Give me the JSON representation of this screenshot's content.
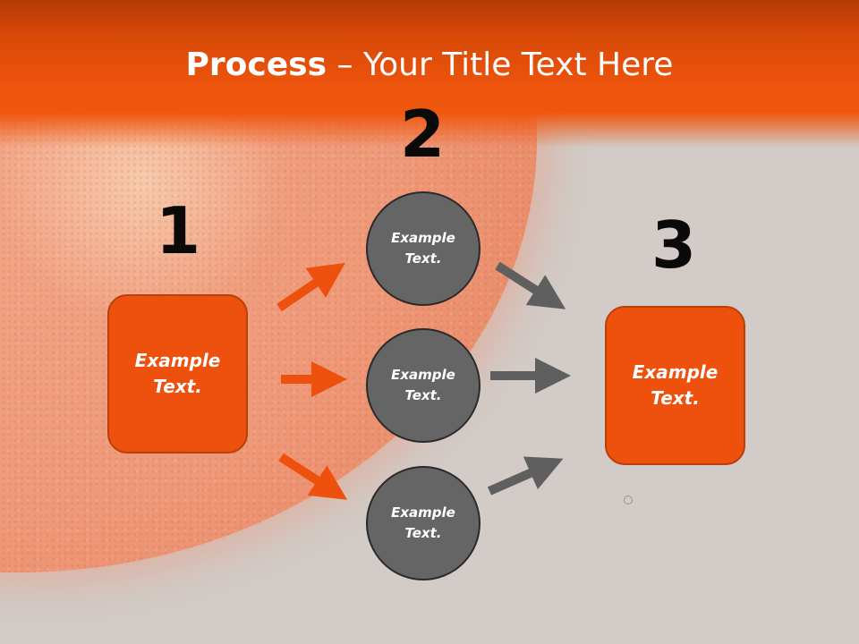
{
  "slide": {
    "title_bold": "Process",
    "title_rest": " – Your Title Text Here",
    "steps": {
      "one": "1",
      "two": "2",
      "three": "3"
    },
    "left_box": {
      "line1": "Example",
      "line2": "Text."
    },
    "circles": [
      {
        "line1": "Example",
        "line2": "Text."
      },
      {
        "line1": "Example",
        "line2": "Text."
      },
      {
        "line1": "Example",
        "line2": "Text."
      }
    ],
    "right_box": {
      "line1": "Example",
      "line2": "Text."
    }
  },
  "colors": {
    "accent_orange": "#ee500d",
    "circle_gray": "#656565",
    "arrow_gray": "#5f5f5f"
  }
}
